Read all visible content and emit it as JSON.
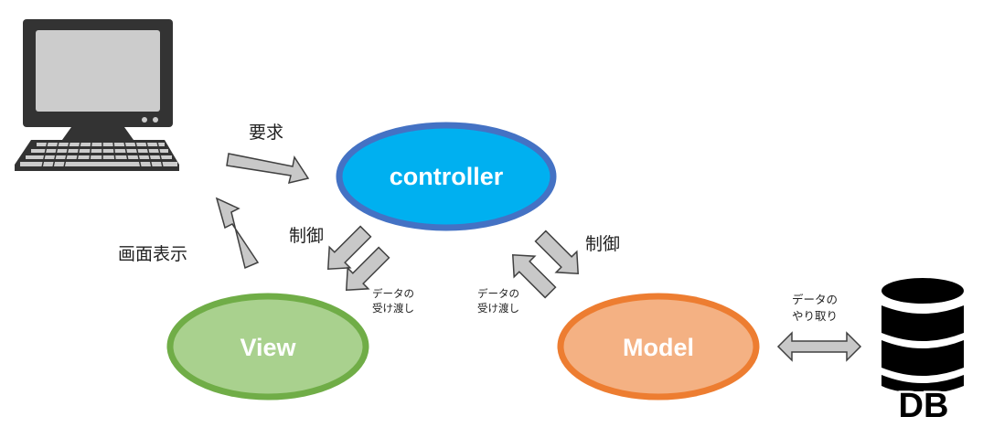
{
  "nodes": {
    "controller": {
      "label": "controller",
      "fill": "#00B0F0",
      "stroke": "#4472C4"
    },
    "view": {
      "label": "View",
      "fill": "#A9D18E",
      "stroke": "#70AD47"
    },
    "model": {
      "label": "Model",
      "fill": "#F4B183",
      "stroke": "#ED7D31"
    }
  },
  "labels": {
    "request": "要求",
    "display": "画面表示",
    "control_left": "制御",
    "control_right": "制御",
    "data_pass_left_line1": "データの",
    "data_pass_left_line2": "受け渡し",
    "data_pass_right_line1": "データの",
    "data_pass_right_line2": "受け渡し",
    "data_exchange_line1": "データの",
    "data_exchange_line2": "やり取り"
  },
  "icons": {
    "computer": "computer-icon",
    "database": "database-icon",
    "database_text": "DB"
  },
  "colors": {
    "arrow_fill": "#C8C8C8",
    "arrow_stroke": "#404040",
    "computer_dark": "#333333",
    "computer_light": "#CCCCCC",
    "db": "#000000"
  }
}
